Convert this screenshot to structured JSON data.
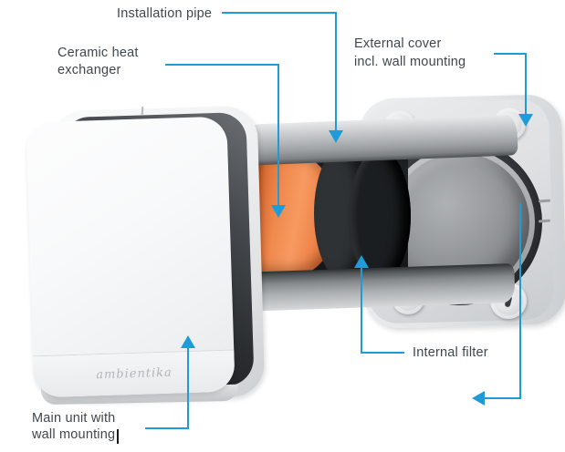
{
  "diagram": {
    "title_context": "ventilation unit exploded parts diagram",
    "brand_logo": "ambientika",
    "labels": {
      "installation_pipe": "Installation pipe",
      "ceramic_heat_exchanger": [
        "Ceramic heat",
        "exchanger"
      ],
      "external_cover": [
        "External cover",
        "incl. wall mounting"
      ],
      "internal_filter": "Internal filter",
      "main_unit": [
        "Main unit with",
        "wall mounting"
      ]
    },
    "colors": {
      "annotation_blue": "#1f9cd7",
      "label_text": "#3f474d",
      "heat_exchanger_orange": "#ef8245",
      "background": "#ffffff"
    }
  }
}
